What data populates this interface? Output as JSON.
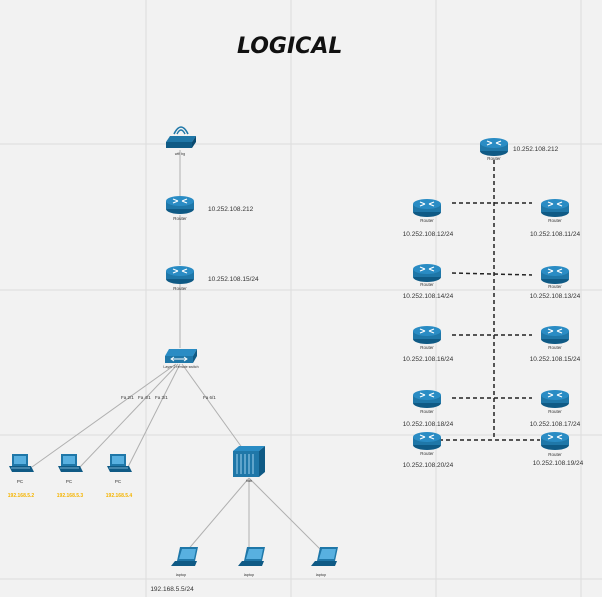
{
  "title": "LOGICAL",
  "colors": {
    "background": "#f2f2f2",
    "grid": "#dcdcdc",
    "device": "#1f77a8",
    "device_dark": "#0f5a85",
    "link": "#b0b0b0",
    "dashed_link": "#222222",
    "pc_ip": "#f5b400",
    "text": "#333333"
  },
  "left": {
    "wifi": {
      "label": "wifi bg"
    },
    "router1": {
      "label": "Router",
      "ip": "10.252.108.212"
    },
    "router2": {
      "label": "Router",
      "ip": "10.252.108.15/24"
    },
    "switch": {
      "label": "Layer 2 remote switch"
    },
    "ports": {
      "p1": "Fa 2/1",
      "p2": "Fa 4/1",
      "p3": "Fa 3/1",
      "p4": "Fa 6/1"
    },
    "pcs": [
      {
        "label": "PC",
        "ip": "192.168.5.2"
      },
      {
        "label": "PC",
        "ip": "192.168.5.3"
      },
      {
        "label": "PC",
        "ip": "192.168.5.4"
      }
    ],
    "hub": {
      "label": "hub"
    },
    "laptops": [
      {
        "label": "laptop",
        "ip": "192.168.5.5/24"
      },
      {
        "label": "laptop"
      },
      {
        "label": "laptop"
      }
    ]
  },
  "right": {
    "core": {
      "label": "Router",
      "ip": "10.252.108.212"
    },
    "rows": [
      {
        "left": {
          "label": "Router",
          "ip": "10.252.108.12/24"
        },
        "right": {
          "label": "Router",
          "ip": "10.252.108.11/24"
        }
      },
      {
        "left": {
          "label": "Router",
          "ip": "10.252.108.14/24"
        },
        "right": {
          "label": "Router",
          "ip": "10.252.108.13/24"
        }
      },
      {
        "left": {
          "label": "Router",
          "ip": "10.252.108.16/24"
        },
        "right": {
          "label": "Router",
          "ip": "10.252.108.15/24"
        }
      },
      {
        "left": {
          "label": "Router",
          "ip": "10.252.108.18/24"
        },
        "right": {
          "label": "Router",
          "ip": "10.252.108.17/24"
        }
      },
      {
        "left": {
          "label": "Router",
          "ip": "10.252.108.20/24"
        },
        "right": {
          "label": "Router",
          "ip": "10.252.108.19/24"
        }
      }
    ]
  }
}
